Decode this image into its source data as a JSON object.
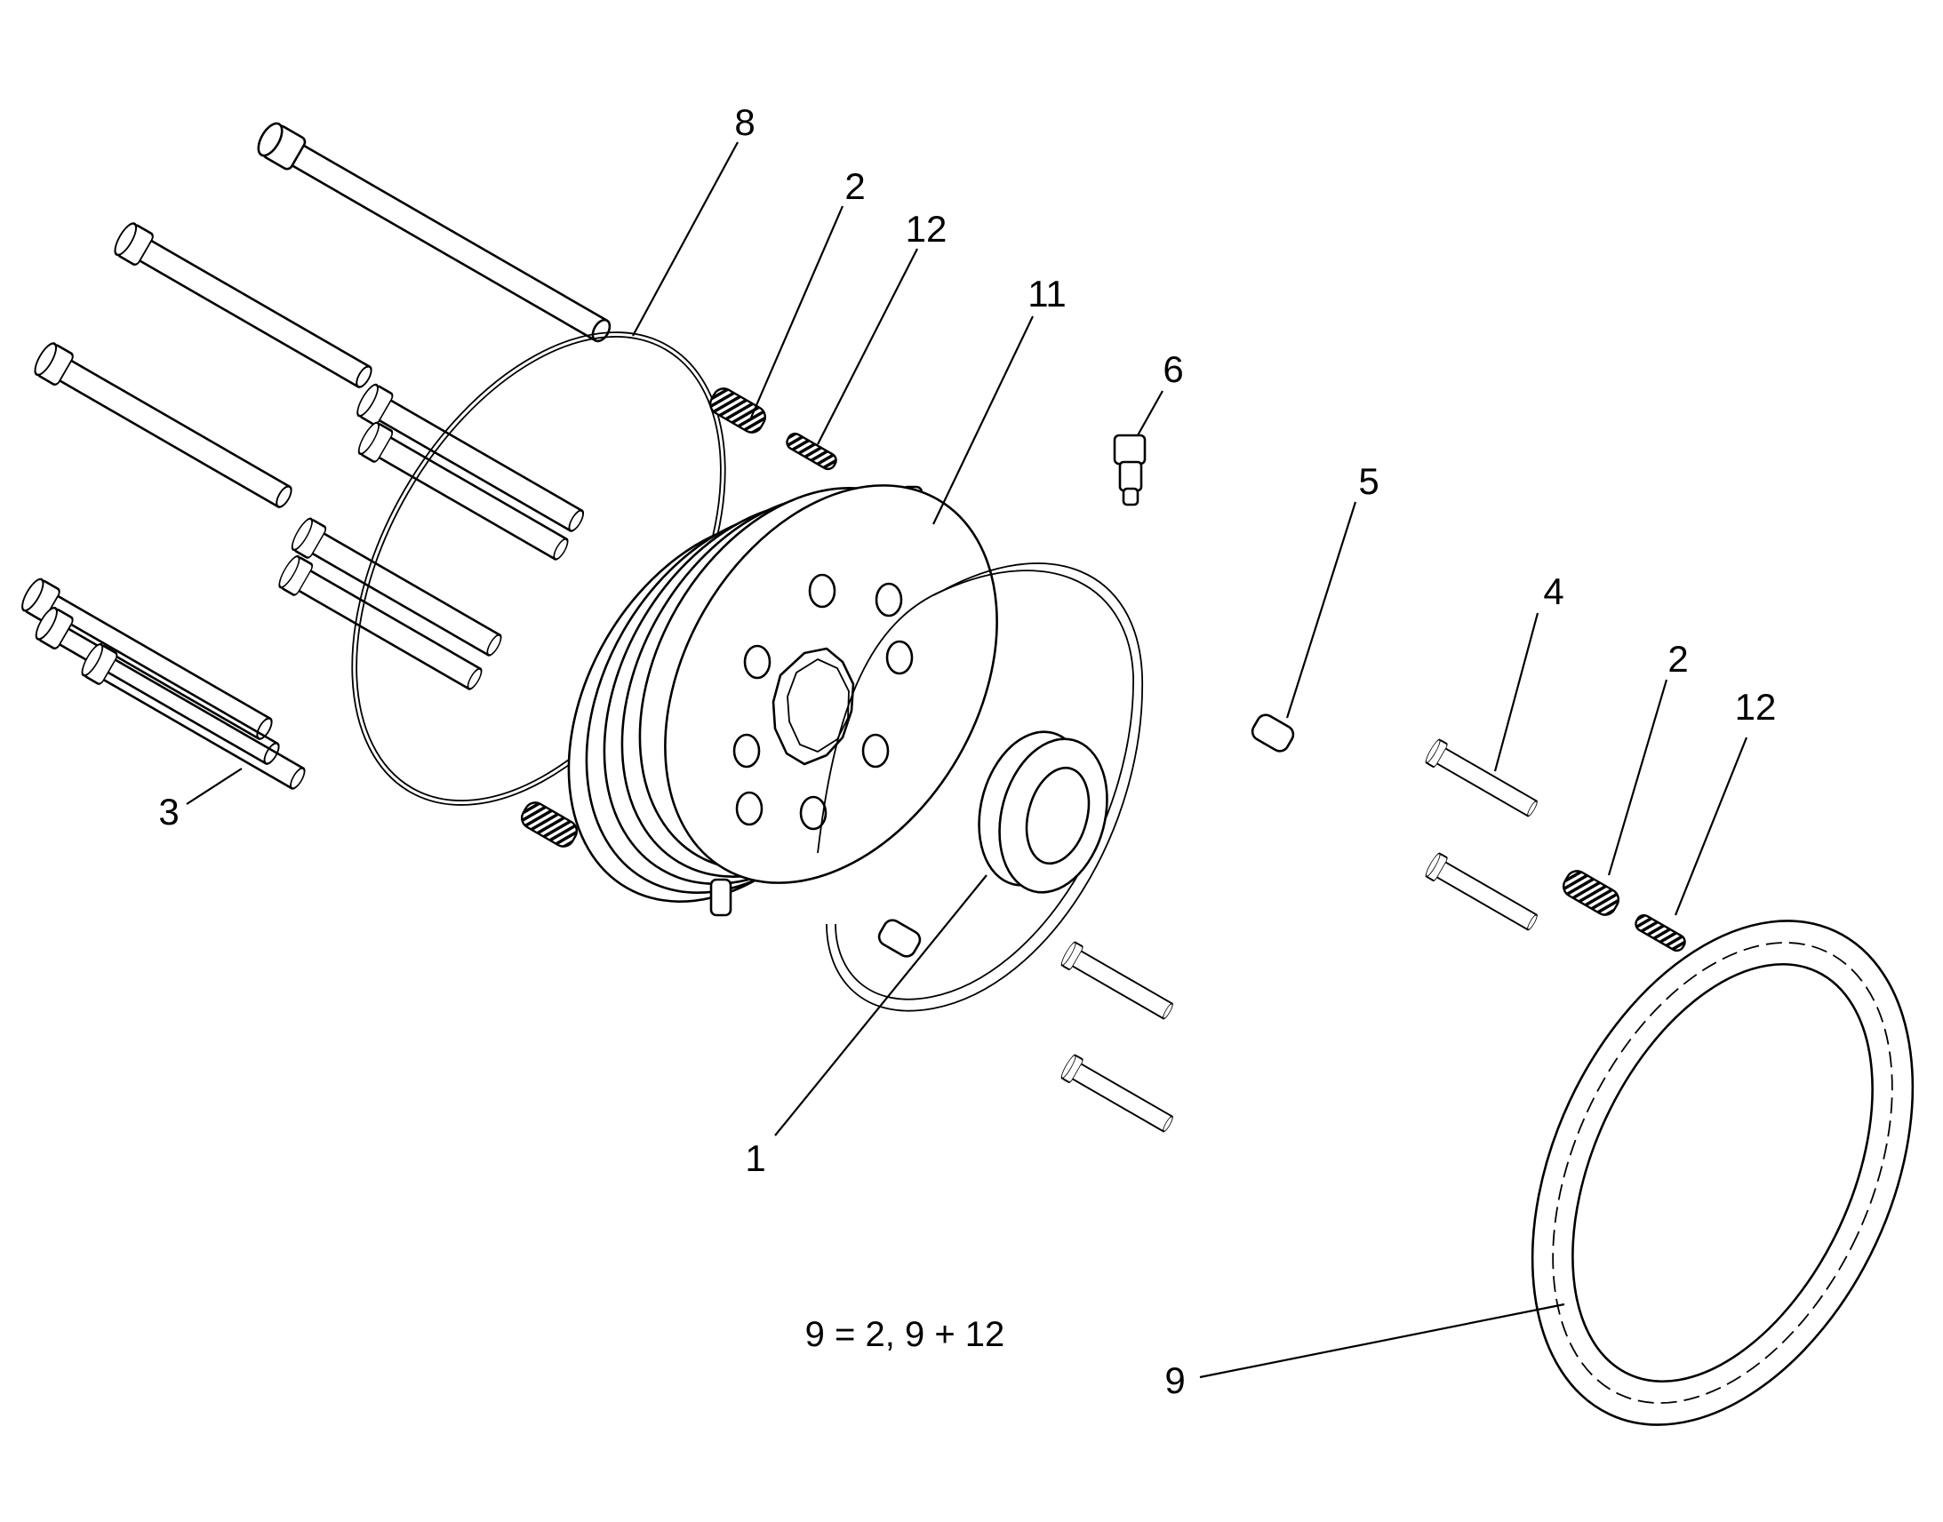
{
  "callouts": {
    "c1": "1",
    "c2a": "2",
    "c2b": "2",
    "c3": "3",
    "c4": "4",
    "c5": "5",
    "c6": "6",
    "c8": "8",
    "c9": "9",
    "c11": "11",
    "c12a": "12",
    "c12b": "12"
  },
  "formula": "9 = 2, 9 + 12",
  "colors": {
    "line": "#000000",
    "background": "#ffffff"
  }
}
